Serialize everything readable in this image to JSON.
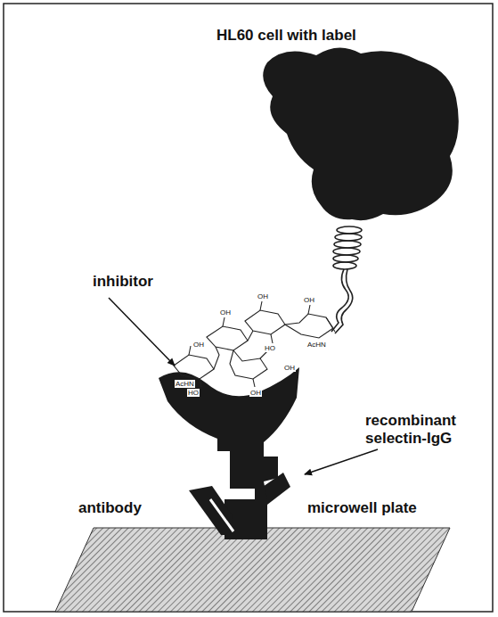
{
  "diagram": {
    "labels": [
      "HL60 cell with label",
      "inhibitor",
      "recombinant selectin-IgG",
      "antibody",
      "microwell plate",
      "AcHN",
      "OH",
      "HO",
      "OH",
      "OH",
      "HO",
      "OH",
      "OH",
      "AcHN",
      "OH"
    ]
  }
}
